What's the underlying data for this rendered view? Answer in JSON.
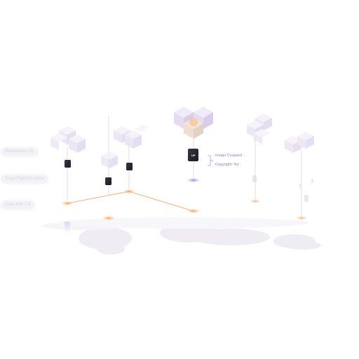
{
  "labels": {
    "left_top": "Registration ID",
    "left_mid": "Edge Platform Node",
    "left_bottom": "Data Hub 1.0"
  },
  "callout": {
    "line1": "Image Cropped",
    "line2": "Copyright: No"
  },
  "device": {
    "label": "UP"
  },
  "colors": {
    "accent_purple": "#9b7bd4",
    "orange_glow": "#f2a56b",
    "node_dark": "#2b2633",
    "cube_face": "#efe9f6"
  }
}
